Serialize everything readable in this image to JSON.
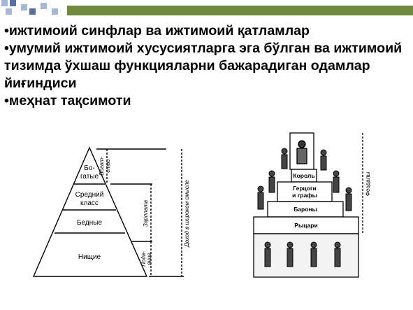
{
  "bullets": [
    "ижтимоий синфлар ва ижтимоий қатламлар",
    "умумий ижтимоий хусусиятларга эга бўлган ва ижтимоий тизимда ўхшаш функцияларни бажарадиган одамлар йиғиндиси",
    "меҳнат тақсимоти"
  ],
  "pyramid": {
    "tiers": [
      "Бо-",
      "гатые",
      "Средний",
      "класс",
      "Бедные",
      "Нищие"
    ],
    "side_labels": [
      "Богат-",
      "ство",
      "Зарплата",
      "Пода-",
      "яние"
    ],
    "axis_label": "Доход в широком смысле"
  },
  "feudal": {
    "tiers": [
      "Король",
      "Герцоги",
      "и графы",
      "Бароны",
      "Рыцари"
    ],
    "axis_label": "Феодалы"
  },
  "colors": {
    "band": "#6f8a3e",
    "squares_light": "#a9b7d6",
    "squares_dark": "#5b6f9e"
  }
}
